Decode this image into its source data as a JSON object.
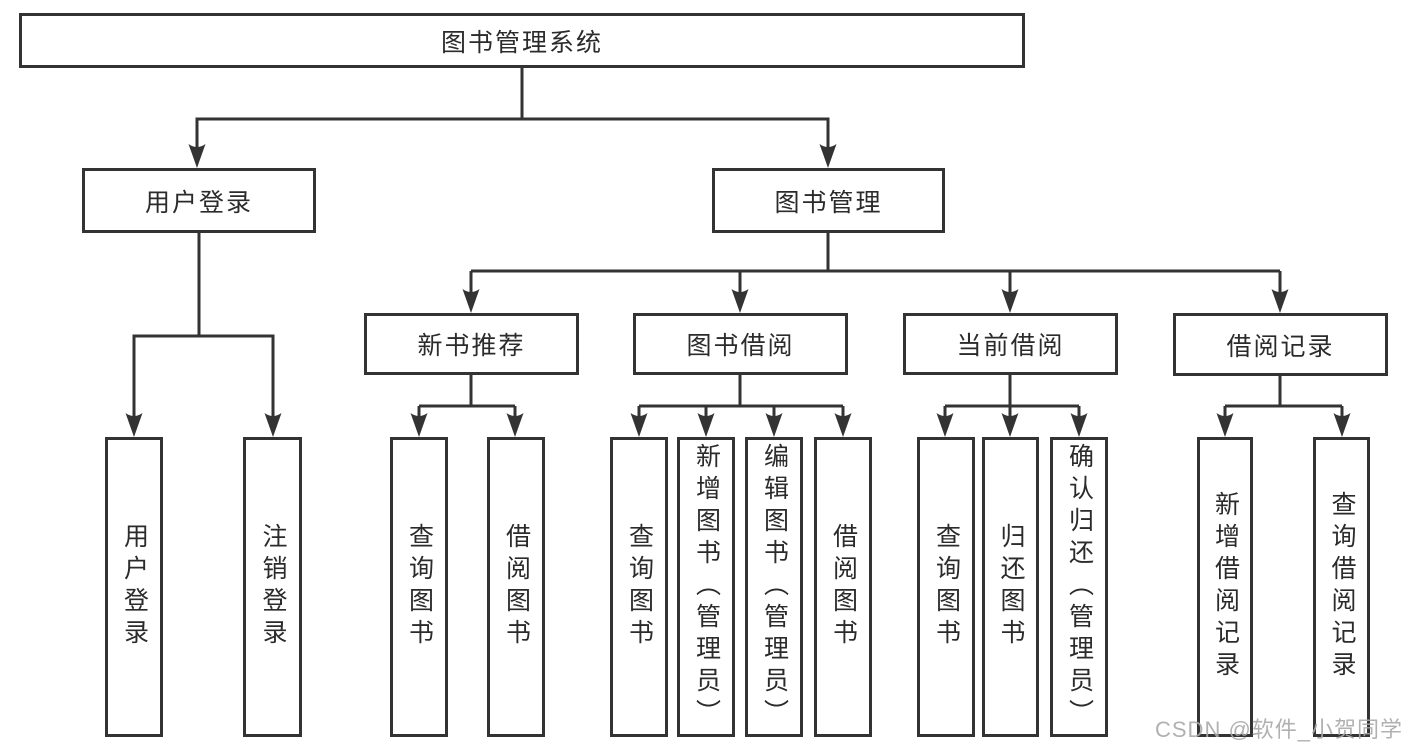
{
  "diagram": {
    "root": {
      "label": "图书管理系统"
    },
    "level2": {
      "user_login": "用户登录",
      "book_mgmt": "图书管理"
    },
    "level3": {
      "new_book": "新书推荐",
      "borrow": "图书借阅",
      "current": "当前借阅",
      "records": "借阅记录"
    },
    "leaves": {
      "user_login": [
        "用户登录",
        "注销登录"
      ],
      "new_book": [
        "查询图书",
        "借阅图书"
      ],
      "borrow": [
        "查询图书",
        "新增图书（管理员）",
        "编辑图书（管理员）",
        "借阅图书"
      ],
      "current": [
        "查询图书",
        "归还图书",
        "确认归还（管理员）"
      ],
      "records": [
        "新增借阅记录",
        "查询借阅记录"
      ]
    }
  },
  "watermark": "CSDN @软件_小贺同学",
  "colors": {
    "line": "#333333",
    "text": "#2b2b2b",
    "background": "#ffffff",
    "watermark": "#a8a8a8"
  }
}
